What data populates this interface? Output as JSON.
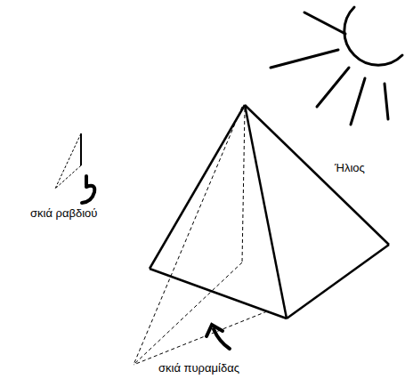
{
  "diagram": {
    "labels": [
      "Ήλιος",
      "σκιά ραβδιού",
      "σκιά πυραμίδας"
    ]
  }
}
